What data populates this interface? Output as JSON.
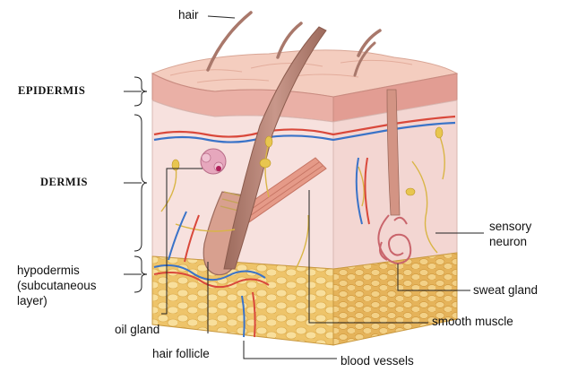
{
  "labels": {
    "hair": "hair",
    "epidermis": "EPIDERMIS",
    "dermis": "DERMIS",
    "hypodermis": "hypodermis\n(subcutaneous\nlayer)",
    "sensory_neuron": "sensory\nneuron",
    "sweat_gland": "sweat gland",
    "smooth_muscle": "smooth muscle",
    "oil_gland": "oil gland",
    "hair_follicle": "hair follicle",
    "blood_vessels": "blood vessels"
  },
  "colors": {
    "epidermis_top": "#f3c9bd",
    "epidermis_side": "#e8aaa0",
    "dermis": "#f6dedb",
    "hypodermis": "#f1cf7e",
    "fat_cells": "#f5d98d",
    "artery": "#d9483b",
    "vein": "#3a73c8",
    "nerve": "#d9b545",
    "hair": "#b07e6f",
    "leader_line": "#222222"
  }
}
